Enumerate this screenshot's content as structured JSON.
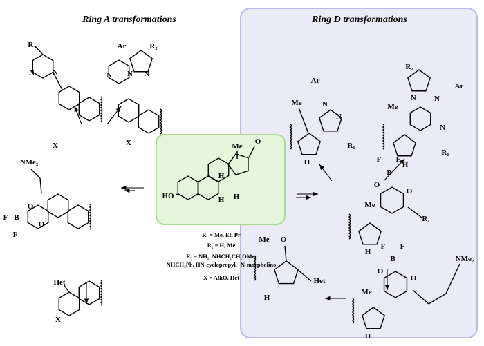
{
  "titles": {
    "ring_a": "Ring A transformations",
    "ring_d": "Ring D transformations"
  },
  "colors": {
    "ring_d_panel_fill": "#ebebf8",
    "ring_d_panel_border": "#b8b8ea",
    "center_box_fill": "#e5f6da",
    "center_box_border": "#a9dc8f"
  },
  "legend": [
    "R₁ = Me, Et, Pr",
    "R₂ =  H, Me",
    "R₃ = NH₂, NHCH₂CH₂OMe,",
    "NHCH₂Ph, HN-cyclopropyl, -N-morpholino",
    "X = AlkO, Het"
  ],
  "atom_labels": [
    "R₃",
    "N",
    "N",
    "X",
    "Ar",
    "R₂",
    "N",
    "N",
    "N",
    "X",
    "NMe₂",
    "O",
    "O",
    "B",
    "F",
    "F",
    "Het",
    "X",
    "Me",
    "O",
    "H",
    "H",
    "H",
    "HO",
    "Me",
    "Ar",
    "N",
    "N",
    "R₁",
    "H",
    "R₂",
    "Ar",
    "Me",
    "N",
    "N",
    "N",
    "R₁",
    "H",
    "Me",
    "F",
    "F",
    "B",
    "O",
    "O",
    "R₁",
    "H",
    "Me",
    "F",
    "F",
    "B",
    "O",
    "O",
    "NMe₂",
    "H",
    "Me",
    "O",
    "Het",
    "H"
  ]
}
